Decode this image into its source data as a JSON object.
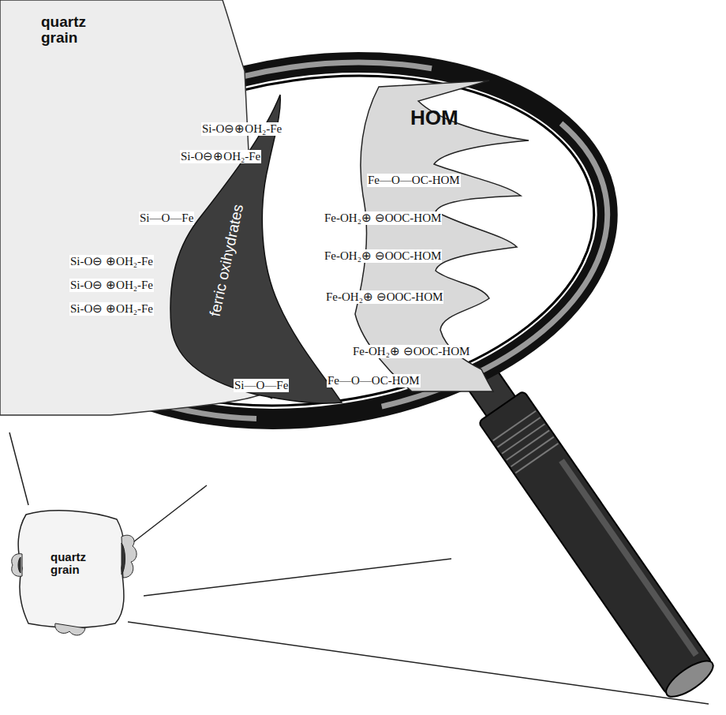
{
  "diagram": {
    "nodes": [
      {
        "text": [
          "quartz grain"
        ]
      },
      {
        "text": [
          "ferric oxihydrates"
        ]
      },
      {
        "text": [
          "HOM"
        ]
      },
      {
        "text": [
          "quartz grain"
        ]
      }
    ],
    "labels": [
      "Si-O⊖⊕OH₂-Fe",
      "Si-O⊖⊕OH₂-Fe",
      "Si—O—Fe",
      "Si-O⊖ ⊕OH₂-Fe",
      "Si-O⊖ ⊕OH₂-Fe",
      "Si-O⊖ ⊕OH₂-Fe",
      "Si—O—Fe",
      "Fe—O—OC-HOM",
      "Fe-OH₂⊕ ⊖OOC-HOM",
      "Fe-OH₂⊕ ⊖OOC-HOM",
      "Fe-OH₂⊕ ⊖OOC-HOM",
      "Fe-OH₂⊕ ⊖OOC-HOM",
      "Fe—O—OC-HOM"
    ]
  }
}
